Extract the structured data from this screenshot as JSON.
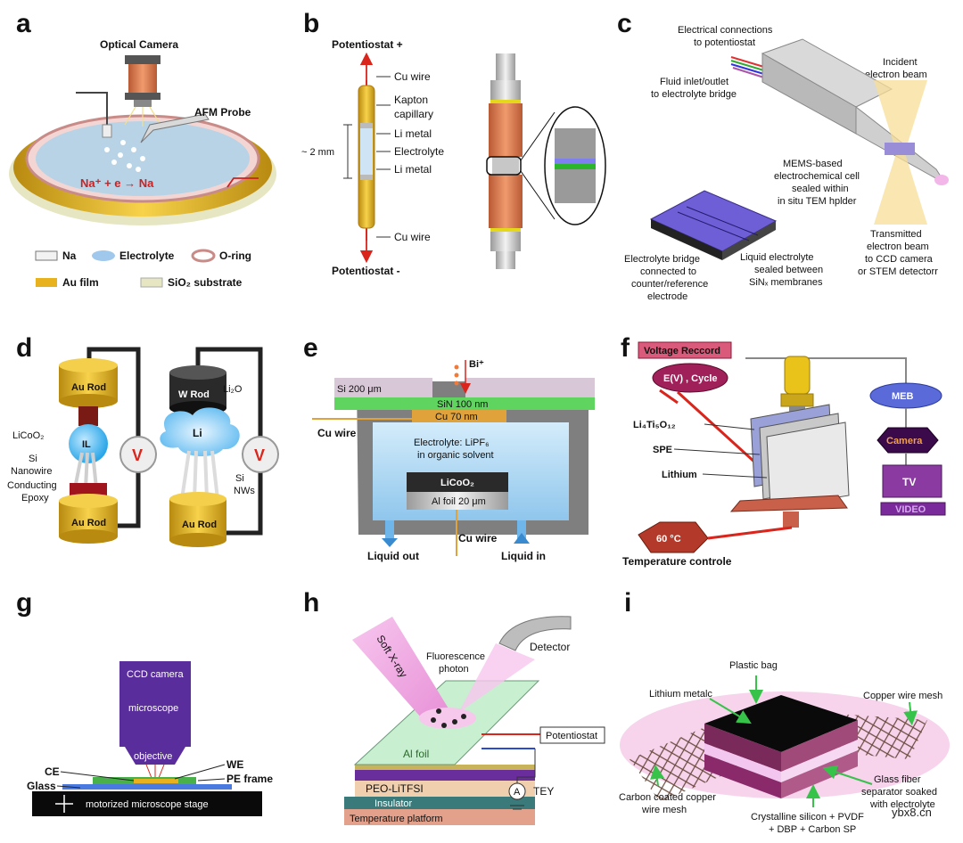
{
  "panels": {
    "a": {
      "letter": "a",
      "optical_camera": "Optical Camera",
      "afm_probe": "AFM Probe",
      "reaction": "Na⁺ + e → Na",
      "legend": {
        "na": "Na",
        "electrolyte": "Electrolyte",
        "oring": "O-ring",
        "aufilm": "Au film",
        "sio2": "SiO₂ substrate"
      }
    },
    "b": {
      "letter": "b",
      "pot_plus": "Potentiostat +",
      "pot_minus": "Potentiostat -",
      "cu_wire_top": "Cu wire",
      "kapton_1": "Kapton",
      "kapton_2": "capillary",
      "li_metal_1": "Li metal",
      "electrolyte": "Electrolyte",
      "li_metal_2": "Li metal",
      "cu_wire_bottom": "Cu wire",
      "dimension": "~ 2 mm"
    },
    "c": {
      "letter": "c",
      "elec_conn_1": "Electrical connections",
      "elec_conn_2": "to potentiostat",
      "fluid_1": "Fluid inlet/outlet",
      "fluid_2": "to electrolyte bridge",
      "incident_1": "Incident",
      "incident_2": "electron beam",
      "mems_1": "MEMS-based",
      "mems_2": "electrochemical cell",
      "mems_3": "sealed within",
      "mems_4": "in situ TEM hplder",
      "bridge_1": "Electrolyte bridge",
      "bridge_2": "connected to",
      "bridge_3": "counter/reference",
      "bridge_4": "electrode",
      "liquid_1": "Liquid electrolyte",
      "liquid_2": "sealed between",
      "liquid_3": "SiNₓ membranes",
      "trans_1": "Transmitted",
      "trans_2": "electron beam",
      "trans_3": "to CCD camera",
      "trans_4": "or STEM detectorr"
    },
    "d": {
      "letter": "d",
      "au_rod": "Au Rod",
      "w_rod": "W Rod",
      "licoo2": "LiCoO₂",
      "li2o": "Li₂O",
      "si_1": "Si",
      "si_2": "Nanowire",
      "il": "IL",
      "li": "Li",
      "epoxy_1": "Conducting",
      "epoxy_2": "Epoxy",
      "si_nws_1": "Si",
      "si_nws_2": "NWs",
      "v": "V"
    },
    "e": {
      "letter": "e",
      "bi": "Bi⁺",
      "si": "Si 200 μm",
      "sin": "SiN 100 nm",
      "cu": "Cu 70 nm",
      "cu_wire": "Cu wire",
      "electrolyte_1": "Electrolyte: LiPF₆",
      "electrolyte_2": "in organic solvent",
      "licoo2": "LiCoO₂",
      "al_foil": "Al foil 20 μm",
      "liquid_out": "Liquid out",
      "liquid_in": "Liquid in",
      "cu_wire_bottom": "Cu wire"
    },
    "f": {
      "letter": "f",
      "voltage": "Voltage Reccord",
      "ev": "E(V) , Cycle",
      "meb": "MEB",
      "camera": "Camera",
      "tv": "TV",
      "video": "VIDEO",
      "lto": "Li₄Ti₅O₁₂",
      "spe": "SPE",
      "lithium": "Lithium",
      "temp": "60 °C",
      "temp_ctrl": "Temperature controle"
    },
    "g": {
      "letter": "g",
      "ccd": "CCD camera",
      "microscope": "microscope",
      "objective": "objective",
      "ce": "CE",
      "we": "WE",
      "glass": "Glass",
      "pe_frame": "PE frame",
      "stage": "motorized microscope stage"
    },
    "h": {
      "letter": "h",
      "soft_xray": "Soft X-ray",
      "fluor_1": "Fluorescence",
      "fluor_2": "photon",
      "detector": "Detector",
      "potentiostat": "Potentiostat",
      "al_foil": "Al foil",
      "peo": "PEO-LiTFSI",
      "insulator": "Insulator",
      "temp_platform": "Temperature platform",
      "a": "A",
      "tey": "TEY"
    },
    "i": {
      "letter": "i",
      "plastic_bag": "Plastic bag",
      "lithium": "Lithium metalc",
      "copper_mesh": "Copper wire mesh",
      "carbon_1": "Carbon coated copper",
      "carbon_2": "wire mesh",
      "glass_1": "Glass fiber",
      "glass_2": "separator soaked",
      "glass_3": "with electrolyte",
      "cryst_1": "Crystalline silicon + PVDF",
      "cryst_2": "+ DBP + Carbon SP"
    }
  },
  "watermark": "ybx8.cn",
  "colors": {
    "gold": "#e8b21e",
    "copper": "#d9744a",
    "blue_electrolyte": "#a9d4f2",
    "purple": "#5a2d9c",
    "pink": "#f2a7d8",
    "green": "#37c24a",
    "red": "#d9251c"
  }
}
